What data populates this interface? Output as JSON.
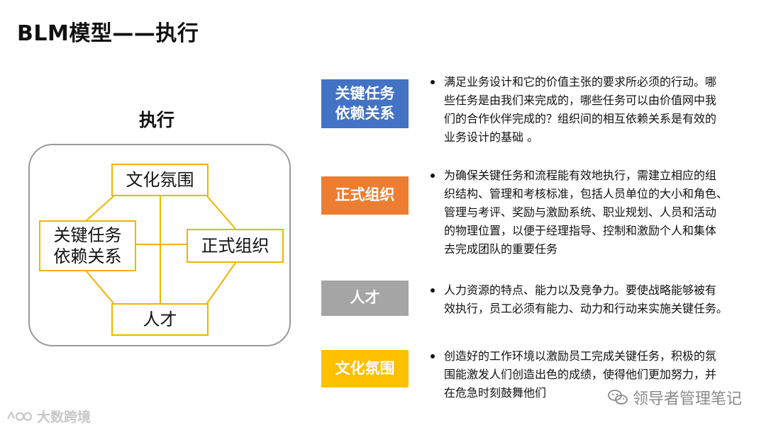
{
  "page": {
    "title": "BLM模型——执行"
  },
  "diagram": {
    "heading": "执行",
    "nodes": {
      "culture": "文化氛围",
      "tasks_line1": "关键任务",
      "tasks_line2": "依赖关系",
      "org": "正式组织",
      "talent": "人才"
    },
    "node_border_color": "#f0b400"
  },
  "items": [
    {
      "label_line1": "关键任务",
      "label_line2": "依赖关系",
      "color": "#4472c4",
      "lines": [
        "满足业务设计和它的价值主张的要求所必须的行动。哪",
        "些任务是由我们来完成的，哪些任务可以由价值网中我",
        "们的合作伙伴完成的？组织间的相互依赖关系是有效的",
        "业务设计的基础 。"
      ]
    },
    {
      "label_line1": "正式组织",
      "color": "#ed7d31",
      "lines": [
        "为确保关键任务和流程能有效地执行，需建立相应的组",
        "织结构、管理和考核标准，包括人员单位的大小和角色、",
        "管理与考评、奖励与激励系统、职业规划、人员和活动",
        "的物理位置，以便于经理指导、控制和激励个人和集体",
        "去完成团队的重要任务"
      ]
    },
    {
      "label_line1": "人才",
      "color": "#a5a5a5",
      "lines": [
        "人力资源的特点、能力以及竞争力。要使战略能够被有",
        "效执行，员工必须有能力、动力和行动来实施关键任务。"
      ]
    },
    {
      "label_line1": "文化氛围",
      "color": "#ffc000",
      "lines": [
        "创造好的工作环境以激励员工完成关键任务，积极的氛",
        "围能激发人们创造出色的成绩，使得他们更加努力，并",
        "在危急时刻鼓舞他们"
      ]
    }
  ],
  "watermarks": {
    "left": "大数跨境",
    "right": "领导者管理笔记",
    "left_icon": "logo-icon",
    "right_icon": "wechat-icon"
  }
}
